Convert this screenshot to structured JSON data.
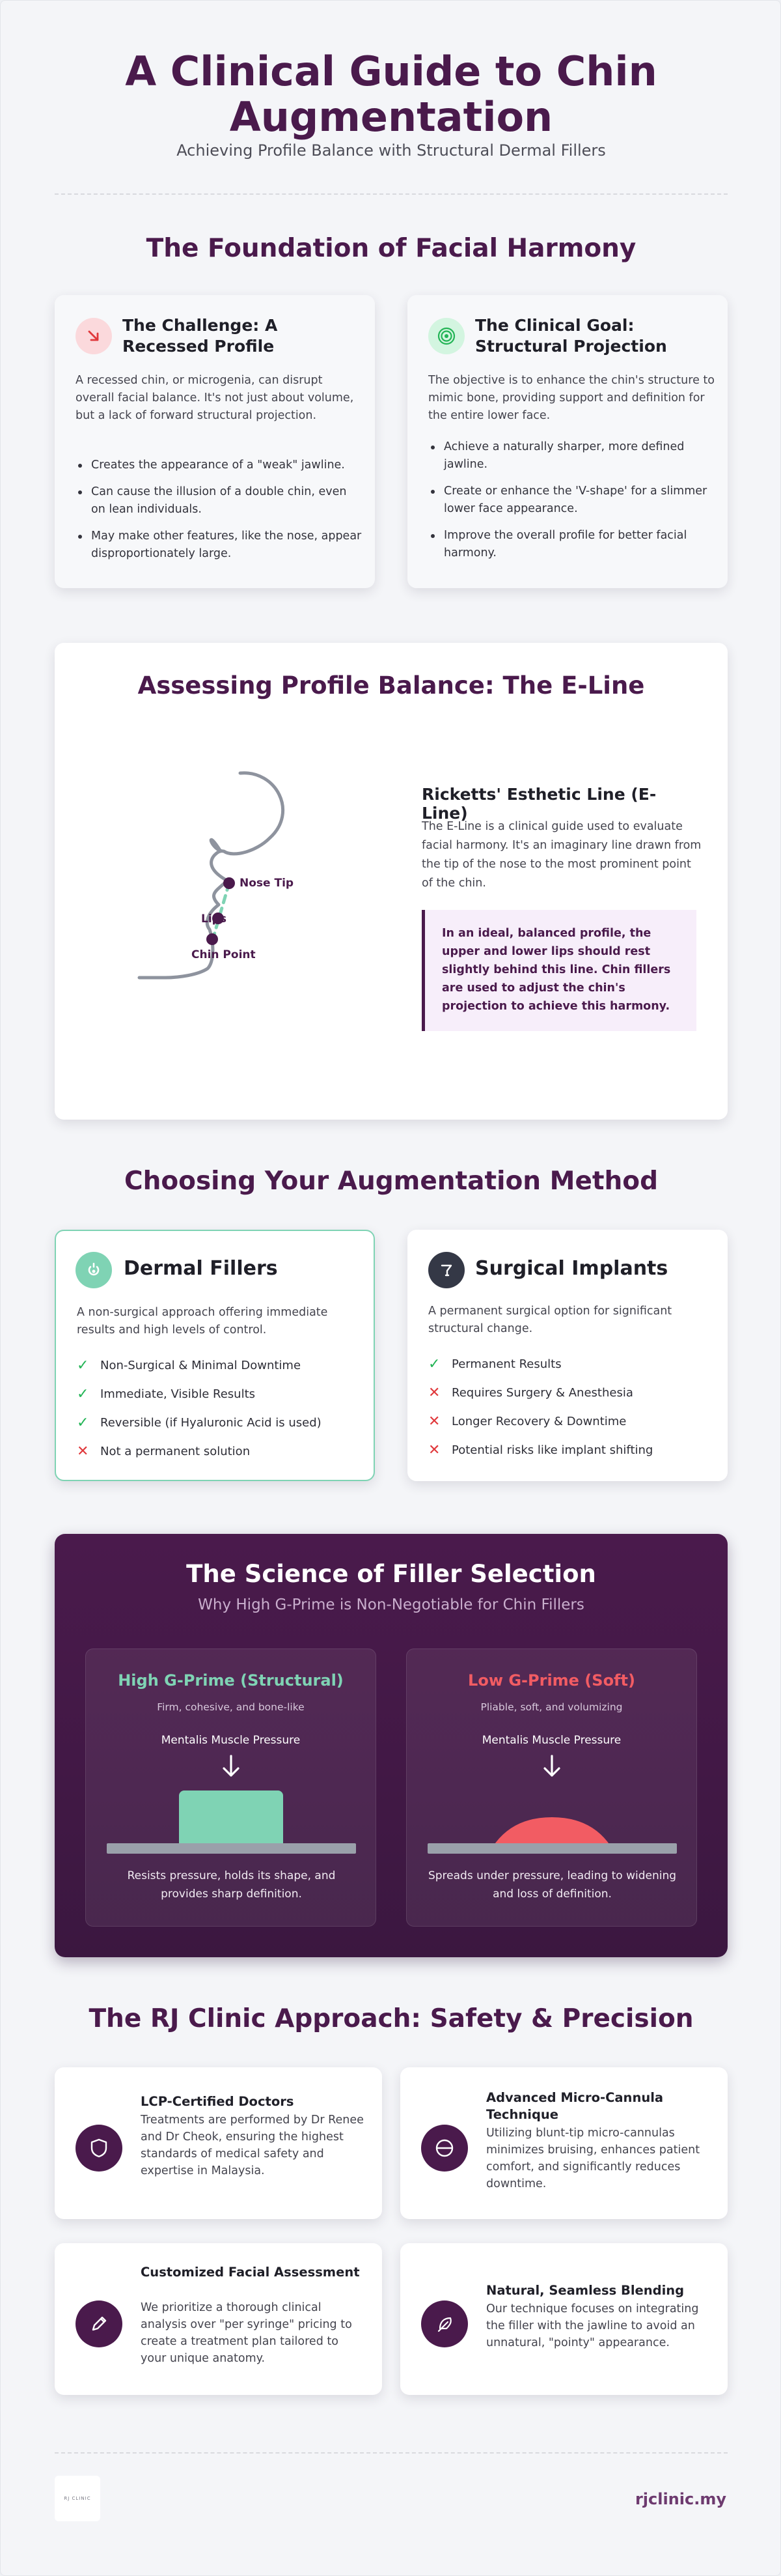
{
  "header": {
    "title_line1": "A Clinical Guide to Chin",
    "title_line2": "Augmentation",
    "subtitle": "Achieving Profile Balance with Structural Dermal Fillers"
  },
  "foundation": {
    "title": "The Foundation of Facial Harmony",
    "challenge": {
      "icon": "arrow-down-right-icon",
      "heading": "The Challenge: A Recessed Profile",
      "text": "A recessed chin, or microgenia, can disrupt overall facial balance. It's not just about volume, but a lack of forward structural projection.",
      "bullets": [
        "Creates the appearance of a \"weak\" jawline.",
        "Can cause the illusion of a double chin, even on lean individuals.",
        "May make other features, like the nose, appear disproportionately large."
      ]
    },
    "goal": {
      "icon": "target-icon",
      "heading": "The Clinical Goal: Structural Projection",
      "text": "The objective is to enhance the chin's structure to mimic bone, providing support and definition for the entire lower face.",
      "bullets": [
        "Achieve a naturally sharper, more defined jawline.",
        "Create or enhance the 'V-shape' for a slimmer lower face appearance.",
        "Improve the overall profile for better facial harmony."
      ]
    }
  },
  "eline": {
    "title": "Assessing Profile Balance: The E-Line",
    "diagram_labels": {
      "nose": "Nose Tip",
      "lips": "Lips",
      "chin": "Chin Point"
    },
    "heading": "Ricketts' Esthetic Line (E-Line)",
    "text": "The E-Line is a clinical guide used to evaluate facial harmony. It's an imaginary line drawn from the tip of the nose to the most prominent point of the chin.",
    "callout": "In an ideal, balanced profile, the upper and lower lips should rest slightly behind this line. Chin fillers are used to adjust the chin's projection to achieve this harmony."
  },
  "methods": {
    "title": "Choosing Your Augmentation Method",
    "fillers": {
      "icon": "syringe-icon",
      "heading": "Dermal Fillers",
      "text": "A non-surgical approach offering immediate results and high levels of control.",
      "items": [
        {
          "mark": "✓",
          "kind": "check",
          "label": "Non-Surgical & Minimal Downtime"
        },
        {
          "mark": "✓",
          "kind": "check",
          "label": "Immediate, Visible Results"
        },
        {
          "mark": "✓",
          "kind": "check",
          "label": "Reversible (if Hyaluronic Acid is used)"
        },
        {
          "mark": "✕",
          "kind": "cross",
          "label": "Not a permanent solution"
        }
      ]
    },
    "implants": {
      "icon": "scalpel-icon",
      "heading": "Surgical Implants",
      "text": "A permanent surgical option for significant structural change.",
      "items": [
        {
          "mark": "✓",
          "kind": "check",
          "label": "Permanent Results"
        },
        {
          "mark": "✕",
          "kind": "cross",
          "label": "Requires Surgery & Anesthesia"
        },
        {
          "mark": "✕",
          "kind": "cross",
          "label": "Longer Recovery & Downtime"
        },
        {
          "mark": "✕",
          "kind": "cross",
          "label": "Potential risks like implant shifting"
        }
      ]
    }
  },
  "science": {
    "title": "The Science of Filler Selection",
    "subtitle": "Why High G-Prime is Non-Negotiable for Chin Fillers",
    "high": {
      "title": "High G-Prime (Structural)",
      "sub": "Firm, cohesive, and bone-like",
      "pressure": "Mentalis Muscle Pressure",
      "desc": "Resists pressure, holds its shape, and provides sharp definition.",
      "color": "#7fd3b4"
    },
    "low": {
      "title": "Low G-Prime (Soft)",
      "sub": "Pliable, soft, and volumizing",
      "pressure": "Mentalis Muscle Pressure",
      "desc": "Spreads under pressure, leading to widening and loss of definition.",
      "color": "#f25c63"
    }
  },
  "approach": {
    "title": "The RJ Clinic Approach: Safety & Precision",
    "cards": [
      {
        "icon": "shield-icon",
        "title": "LCP-Certified Doctors",
        "text": "Treatments are performed by Dr Renee and Dr Cheok, ensuring the highest standards of medical safety and expertise in Malaysia."
      },
      {
        "icon": "no-entry-icon",
        "title": "Advanced Micro-Cannula Technique",
        "text": "Utilizing blunt-tip micro-cannulas minimizes bruising, enhances patient comfort, and significantly reduces downtime."
      },
      {
        "icon": "pencil-icon",
        "title": "Customized Facial Assessment",
        "text": "We prioritize a thorough clinical analysis over \"per syringe\" pricing to create a treatment plan tailored to your unique anatomy."
      },
      {
        "icon": "feather-icon",
        "title": "Natural, Seamless Blending",
        "text": "Our technique focuses on integrating the filler with the jawline to avoid an unnatural, \"pointy\" appearance."
      }
    ]
  },
  "footer": {
    "logo_text": "RJ CLINIC",
    "website": "rjclinic.my"
  }
}
